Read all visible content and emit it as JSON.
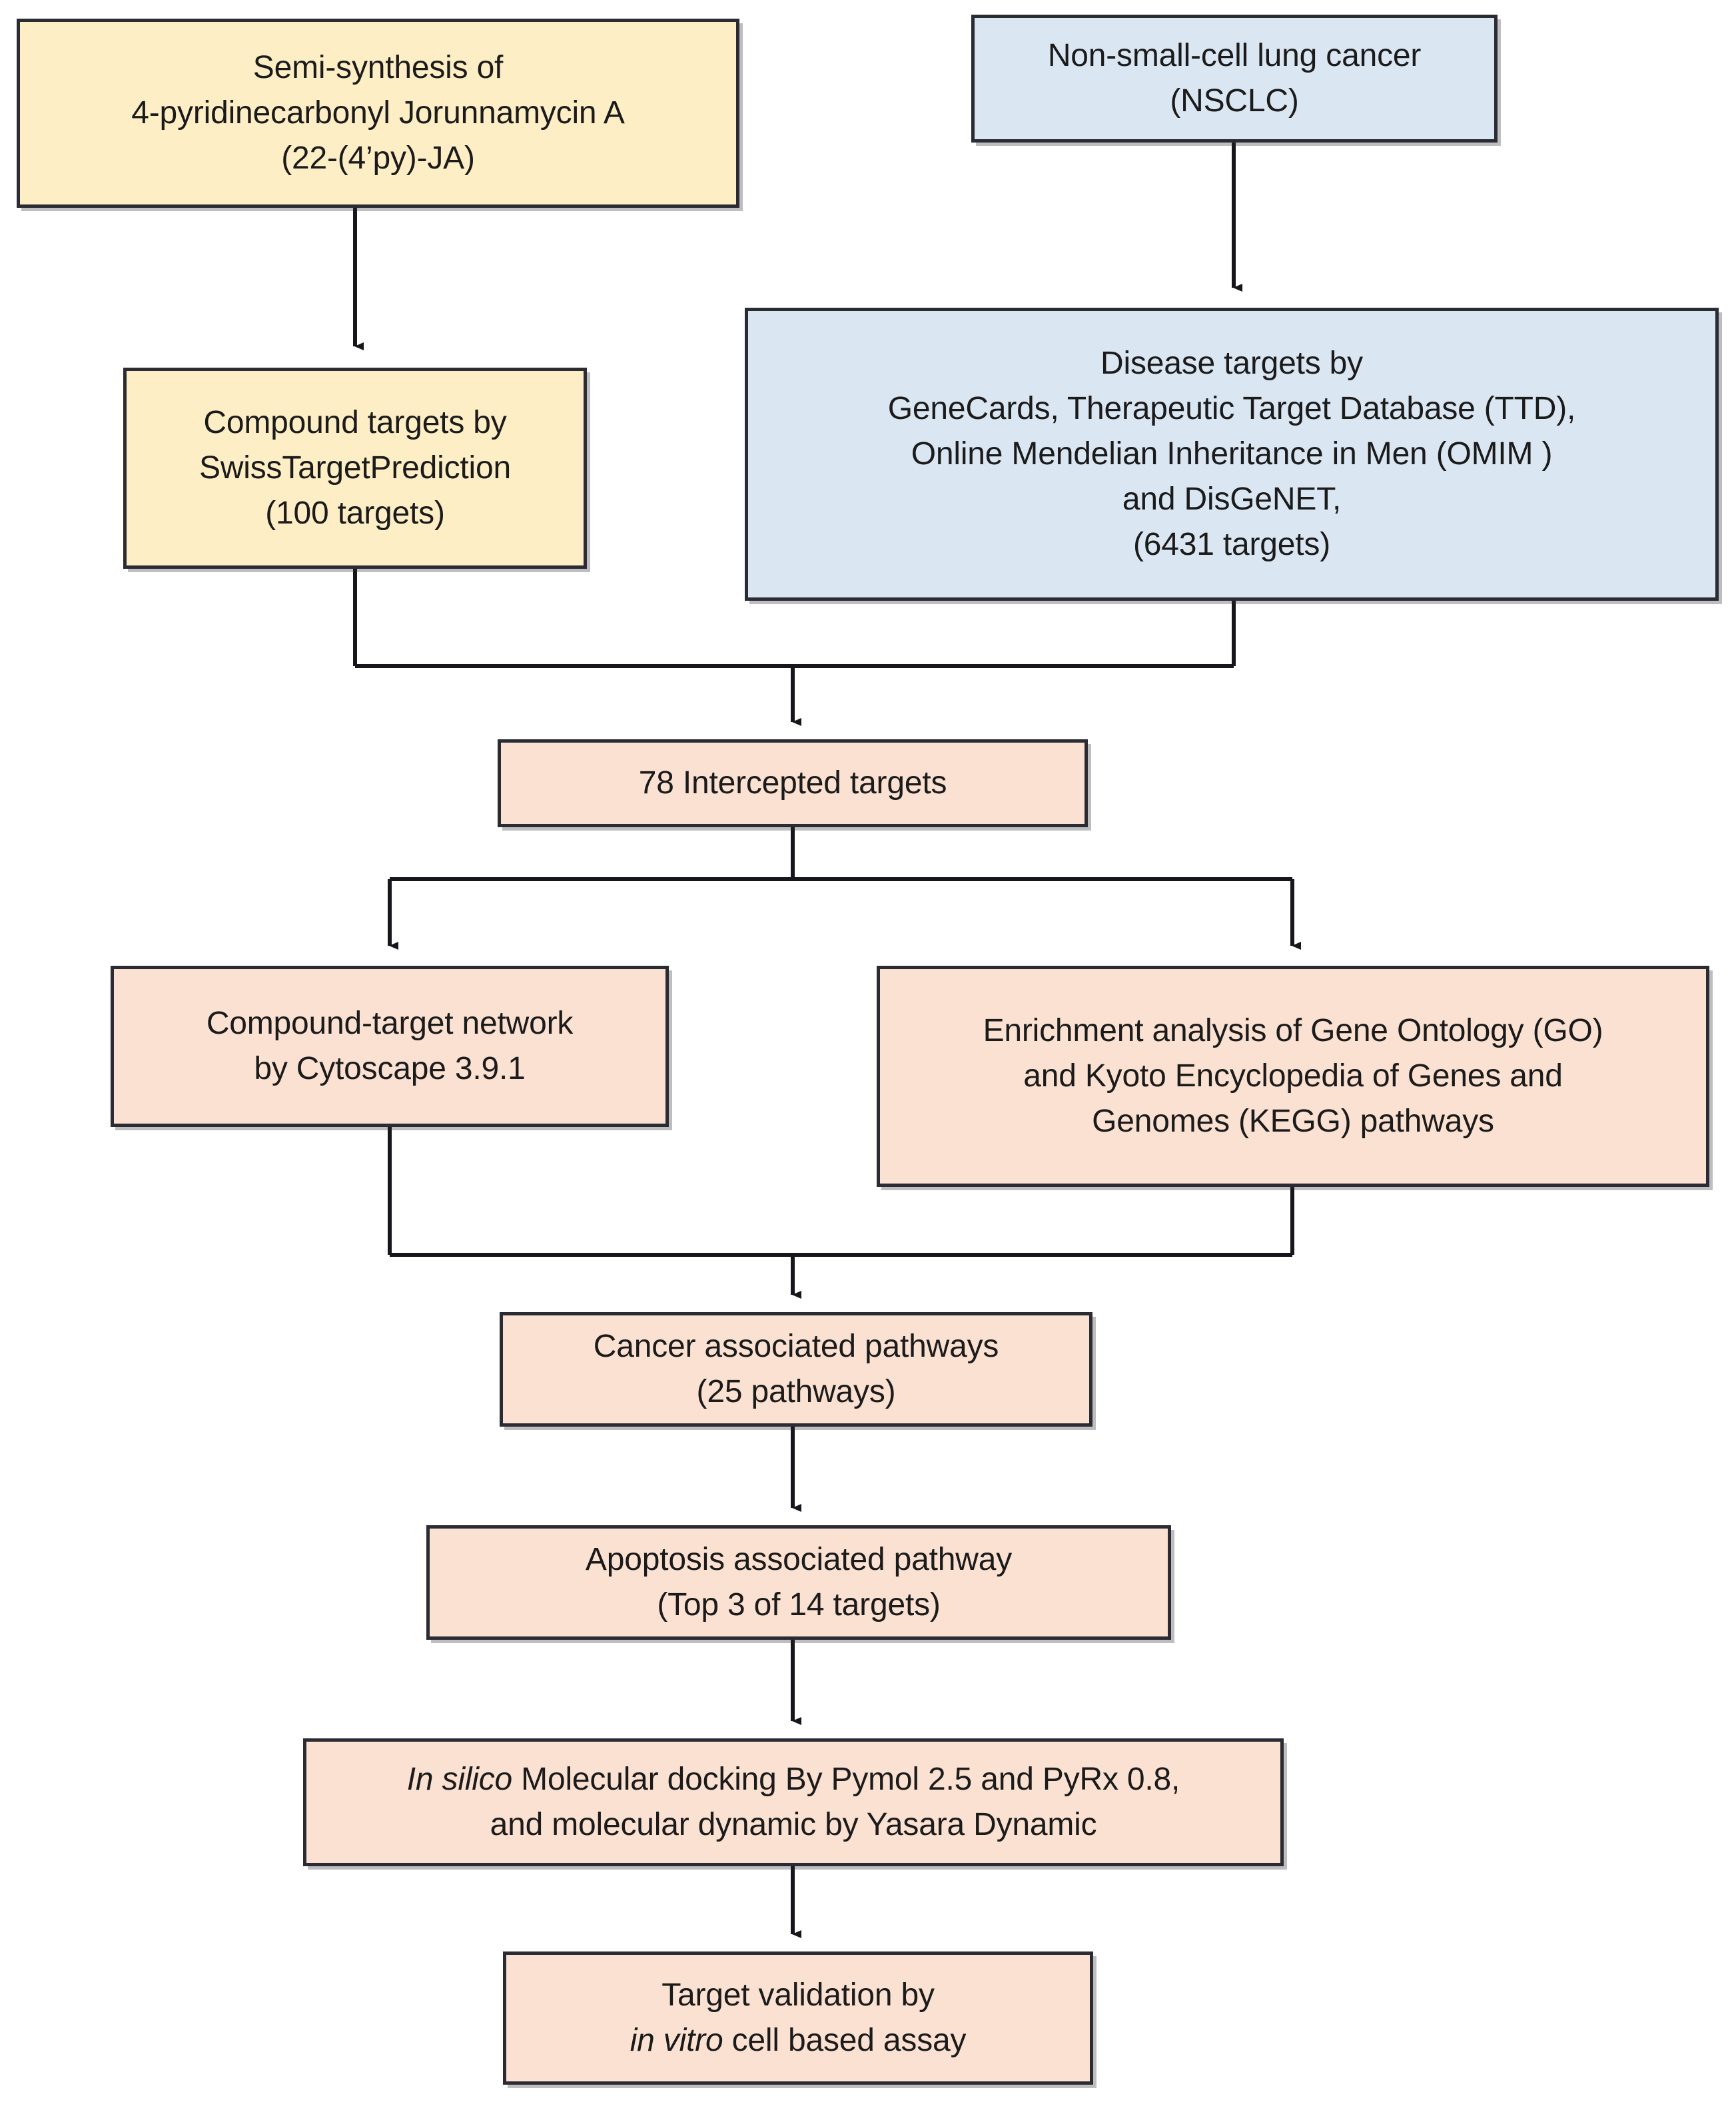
{
  "diagram": {
    "title": "Network pharmacology workflow flowchart",
    "colors": {
      "yellow_fill": "#fdeec5",
      "blue_fill": "#dbe6f3",
      "peach_fill": "#fbe1d2",
      "border": "#2b2b33",
      "text": "#1b1b1b",
      "background": "#ffffff"
    },
    "nodes": [
      {
        "id": "semi-synthesis",
        "fill": "yellow",
        "lines": [
          "Semi-synthesis of",
          "4-pyridinecarbonyl Jorunnamycin A",
          "(22-(4’py)-JA)"
        ]
      },
      {
        "id": "nsclc",
        "fill": "blue",
        "lines": [
          "Non-small-cell lung cancer",
          "(NSCLC)"
        ]
      },
      {
        "id": "compound-targets",
        "fill": "yellow",
        "lines": [
          "Compound targets by",
          "SwissTargetPrediction",
          "(100 targets)"
        ]
      },
      {
        "id": "disease-targets",
        "fill": "blue",
        "lines": [
          "Disease targets by",
          "GeneCards, Therapeutic Target Database (TTD),",
          "Online Mendelian Inheritance in Men (OMIM )",
          "and DisGeNET,",
          "(6431 targets)"
        ]
      },
      {
        "id": "intercepted-targets",
        "fill": "peach",
        "lines": [
          "78 Intercepted targets"
        ]
      },
      {
        "id": "compound-target-network",
        "fill": "peach",
        "lines": [
          "Compound-target network",
          "by Cytoscape 3.9.1"
        ]
      },
      {
        "id": "enrichment-analysis",
        "fill": "peach",
        "lines": [
          "Enrichment analysis of Gene Ontology (GO)",
          "and Kyoto Encyclopedia of Genes and",
          "Genomes (KEGG) pathways"
        ]
      },
      {
        "id": "cancer-pathways",
        "fill": "peach",
        "lines": [
          "Cancer associated pathways",
          "(25 pathways)"
        ]
      },
      {
        "id": "apoptosis-pathway",
        "fill": "peach",
        "lines": [
          "Apoptosis associated pathway",
          "(Top 3 of 14 targets)"
        ]
      },
      {
        "id": "molecular-docking",
        "fill": "peach",
        "lines": [
          "In silico Molecular docking By Pymol 2.5 and PyRx 0.8,",
          "and molecular dynamic by Yasara Dynamic"
        ],
        "italic_prefix": "In silico",
        "line1_italic": "In silico",
        "line1_rest": " Molecular docking By Pymol 2.5 and PyRx 0.8,"
      },
      {
        "id": "target-validation",
        "fill": "peach",
        "lines": [
          "Target validation by",
          "in vitro cell based assay"
        ],
        "line2_italic": "in vitro",
        "line2_rest": " cell based assay"
      }
    ],
    "edges": [
      {
        "from": "semi-synthesis",
        "to": "compound-targets",
        "type": "straight-down"
      },
      {
        "from": "nsclc",
        "to": "disease-targets",
        "type": "straight-down"
      },
      {
        "from": "compound-targets",
        "to": "intercepted-targets",
        "type": "merge"
      },
      {
        "from": "disease-targets",
        "to": "intercepted-targets",
        "type": "merge"
      },
      {
        "from": "intercepted-targets",
        "to": "compound-target-network",
        "type": "split"
      },
      {
        "from": "intercepted-targets",
        "to": "enrichment-analysis",
        "type": "split"
      },
      {
        "from": "compound-target-network",
        "to": "cancer-pathways",
        "type": "merge"
      },
      {
        "from": "enrichment-analysis",
        "to": "cancer-pathways",
        "type": "merge"
      },
      {
        "from": "cancer-pathways",
        "to": "apoptosis-pathway",
        "type": "straight-down"
      },
      {
        "from": "apoptosis-pathway",
        "to": "molecular-docking",
        "type": "straight-down"
      },
      {
        "from": "molecular-docking",
        "to": "target-validation",
        "type": "straight-down"
      }
    ]
  }
}
